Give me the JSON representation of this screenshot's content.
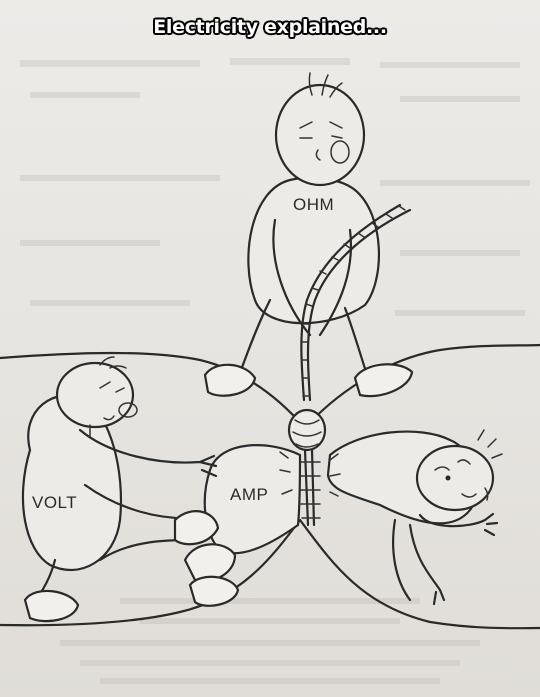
{
  "caption": "Electricity explained...",
  "characters": {
    "ohm": {
      "label": "OHM"
    },
    "volt": {
      "label": "VOLT"
    },
    "amp": {
      "label": "AMP"
    }
  }
}
